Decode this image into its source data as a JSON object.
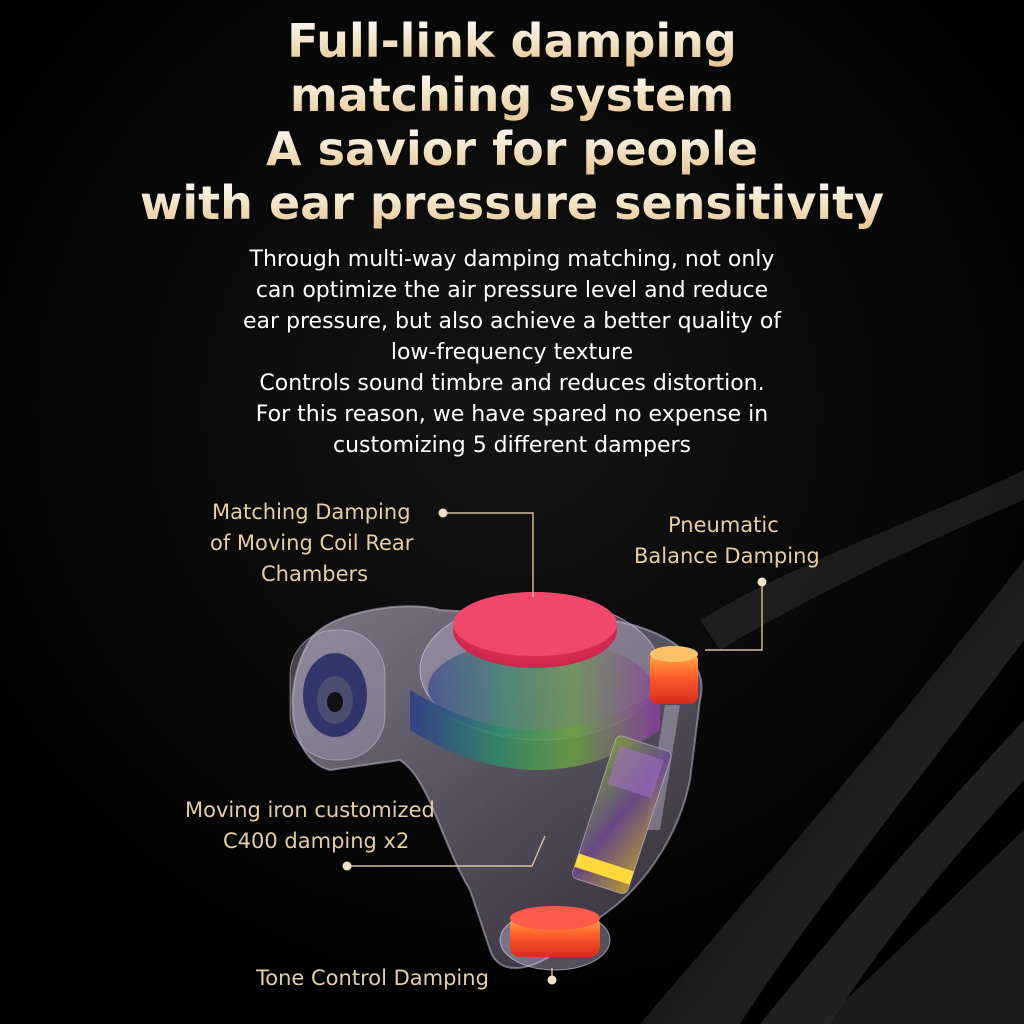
{
  "heading": {
    "lines": [
      "Full-link damping",
      "matching system",
      "A savior for people",
      "with ear pressure sensitivity"
    ]
  },
  "description": {
    "lines": [
      "Through multi-way damping matching, not only",
      "can optimize the air pressure level and reduce",
      "ear pressure, but also achieve a better quality of",
      "low-frequency texture",
      "Controls sound timbre and reduces distortion.",
      "For this reason, we have spared no expense in",
      "customizing 5 different dampers"
    ]
  },
  "callouts": {
    "rear_chamber": [
      "Matching Damping",
      "of Moving Coil Rear",
      "Chambers"
    ],
    "pneumatic": [
      "Pneumatic",
      "Balance Damping"
    ],
    "moving_iron": [
      "Moving iron customized",
      "C400 damping x2"
    ],
    "tone_control": [
      "Tone Control Damping"
    ]
  },
  "colors": {
    "background": "#000000",
    "heading_gold": "#e6c48f",
    "callout_text": "#e7cda2",
    "leader_line": "#d9c09a",
    "damper_red": "#e8365a",
    "damper_orange": "#ff6a2a"
  }
}
